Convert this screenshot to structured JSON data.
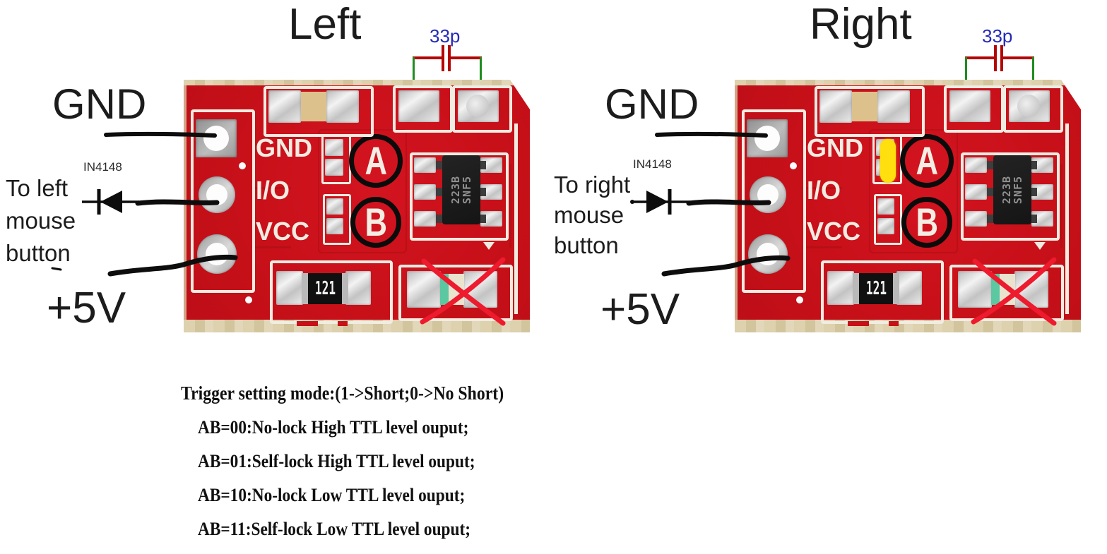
{
  "boards": {
    "left": {
      "title": "Left",
      "cap_value": "33p",
      "gnd_label": "GND",
      "diode_part": "IN4148",
      "button_label": [
        "To left",
        "mouse",
        "button"
      ],
      "power_label": "+5V",
      "jumper_shorted": false
    },
    "right": {
      "title": "Right",
      "cap_value": "33p",
      "gnd_label": "GND",
      "diode_part": "IN4148",
      "button_label": [
        "To right",
        "mouse",
        "button"
      ],
      "power_label": "+5V",
      "jumper_shorted": true
    }
  },
  "pcb": {
    "silk_pins": [
      "GND",
      "I/O",
      "VCC"
    ],
    "jumper_a": "A",
    "jumper_b": "B",
    "ic_marking_line1": "223B",
    "ic_marking_line2": "SNF5",
    "resistor_marking": "121"
  },
  "notes": {
    "title": "Trigger setting mode:(1->Short;0->No Short)",
    "items": [
      "AB=00:No-lock High TTL level ouput;",
      "AB=01:Self-lock High TTL level ouput;",
      "AB=10:No-lock Low TTL level ouput;",
      "AB=11:Self-lock Low TTL level ouput;"
    ]
  },
  "colors": {
    "pcb_red": "#c81019",
    "silk_white": "#f1ece2",
    "annotation_blue": "#2329b8",
    "cap_symbol_red": "#b40505",
    "cap_lead_green": "#1f8c1f",
    "cross_red": "#ee1a2d",
    "jumper_mark_yellow": "#ffdf0e",
    "ink_black": "#0d0d0d"
  }
}
